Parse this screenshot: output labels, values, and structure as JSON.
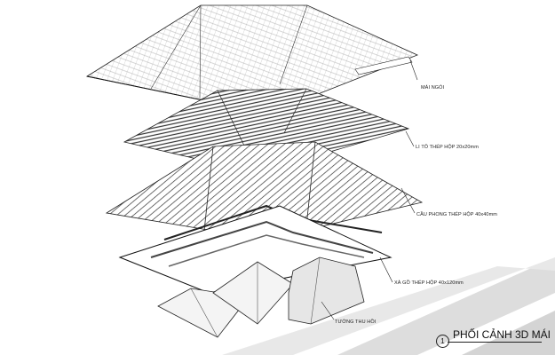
{
  "labels": {
    "roof_tiles": "MÁI NGÓI",
    "battens": "LI TÔ THÉP HỘP 20x20mm",
    "rafters": "CẦU PHONG THÉP HỘP 40x40mm",
    "purlins": "XÀ GỒ THÉP HỘP 40x120mm",
    "gable_wall": "TƯỜNG THU HỒI"
  },
  "title": {
    "number": "1",
    "text": "PHỐI CẢNH 3D MÁI"
  }
}
